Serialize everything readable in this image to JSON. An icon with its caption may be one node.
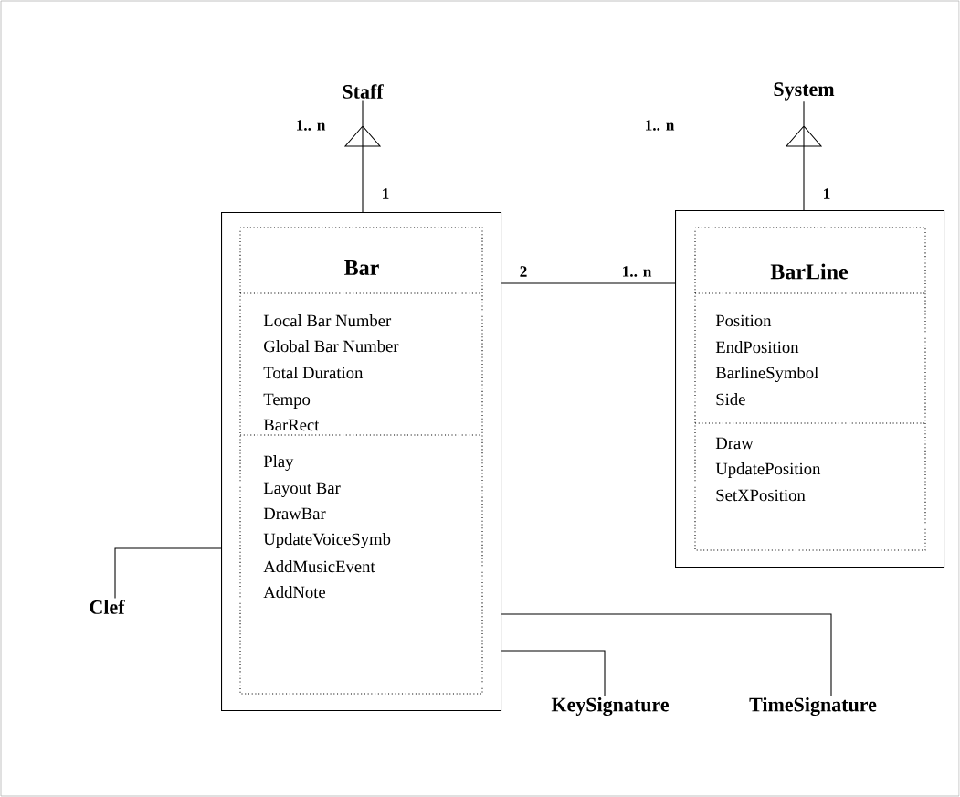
{
  "diagram": {
    "nodes": [
      {
        "text": [
          "Staff"
        ]
      },
      {
        "text": [
          "System"
        ]
      },
      {
        "text": [
          "Bar",
          "Local Bar Number",
          "Global Bar Number",
          "Total Duration",
          "Tempo",
          "BarRect",
          "Play",
          "Layout Bar",
          "DrawBar",
          "UpdateVoiceSymb",
          "AddMusicEvent",
          "AddNote"
        ]
      },
      {
        "text": [
          "BarLine",
          "Position",
          "EndPosition",
          "BarlineSymbol",
          "Side",
          "Draw",
          "UpdatePosition",
          "SetXPosition"
        ]
      },
      {
        "text": [
          "Clef"
        ]
      },
      {
        "text": [
          "KeySignature"
        ]
      },
      {
        "text": [
          "TimeSignature"
        ]
      }
    ],
    "edges": [
      {
        "from": 2,
        "to": 0,
        "arrow": "to"
      },
      {
        "from": 3,
        "to": 1,
        "arrow": "to"
      },
      {
        "from": 2,
        "to": 3,
        "arrow": "none"
      },
      {
        "from": 4,
        "to": 2,
        "arrow": "none"
      },
      {
        "from": 2,
        "to": 6,
        "arrow": "none"
      },
      {
        "from": 2,
        "to": 5,
        "arrow": "none"
      }
    ],
    "labels": [
      "1.. n",
      "1.. n",
      "1",
      "1",
      "2",
      "1.. n"
    ]
  }
}
